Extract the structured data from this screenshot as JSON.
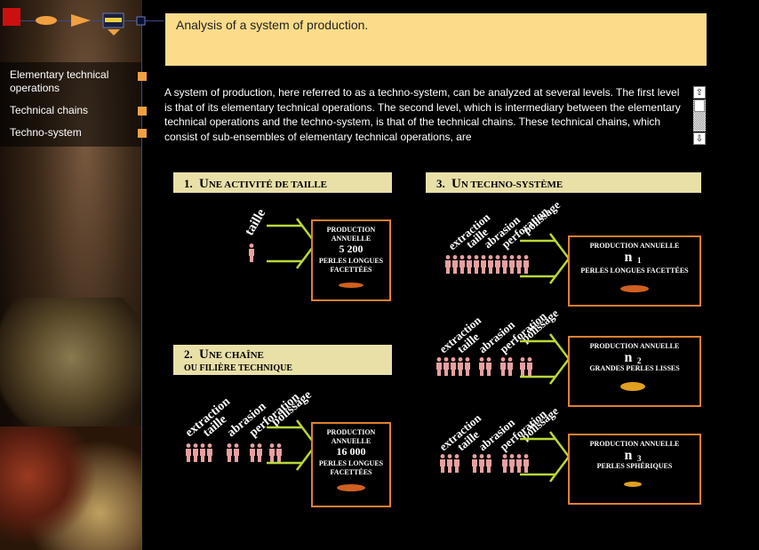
{
  "nav": {
    "items": [
      {
        "label": "Elementary technical operations"
      },
      {
        "label": "Technical chains"
      },
      {
        "label": "Techno-system"
      }
    ]
  },
  "header": {
    "title": "Analysis of a system of production."
  },
  "body_text": "A system of production, here referred to as a techno-system, can be analyzed at several levels. The first level is that of its elementary technical operations. The second level, which is intermediary between the elementary technical operations and the techno-system, is that of the technical chains. These technical chains, which consist of sub-ensembles of elementary technical operations, are",
  "scrollbar": {
    "up": "⇧",
    "down": "⇩"
  },
  "diagram": {
    "panel1": {
      "number": "1.",
      "title_big": "U",
      "title_rest": "NE ACTIVITÉ DE TAILLE",
      "step": "taille",
      "box_line1": "PRODUCTION",
      "box_line2": "ANNUELLE",
      "box_value": "5 200",
      "box_line3": "PERLES LONGUES",
      "box_line4": "FACETTÉES"
    },
    "panel2": {
      "number": "2.",
      "title_line1_big": "U",
      "title_line1_rest": "NE CHAÎNE",
      "title_line2": "OU FILIÈRE TECHNIQUE",
      "steps": [
        "extraction",
        "taille",
        "abrasion",
        "perforation",
        "polissage"
      ],
      "box_line1": "PRODUCTION",
      "box_line2": "ANNUELLE",
      "box_value": "16 000",
      "box_line3": "PERLES LONGUES",
      "box_line4": "FACETTÉES"
    },
    "panel3": {
      "number": "3.",
      "title_big": "U",
      "title_rest": "N TECHNO-SYSTÈME",
      "steps": [
        "extraction",
        "taille",
        "abrasion",
        "perforation",
        "polissage"
      ],
      "rows": [
        {
          "heading": "PRODUCTION ANNUELLE",
          "n": "n",
          "sub": "1",
          "desc": "PERLES LONGUES FACETTÉES"
        },
        {
          "heading": "PRODUCTION ANNUELLE",
          "n": "n",
          "sub": "2",
          "desc": "GRANDES PERLES LISSES"
        },
        {
          "heading": "PRODUCTION ANNUELLE",
          "n": "n",
          "sub": "3",
          "desc": "PERLES SPHÉRIQUES"
        }
      ]
    }
  },
  "colors": {
    "accent": "#f0a040",
    "title_bg": "#fbdc8a",
    "panel_header": "#e9e0a8",
    "arrow": "#b8d838",
    "figure": "#e8a0a0",
    "box_border": "#e08030"
  }
}
